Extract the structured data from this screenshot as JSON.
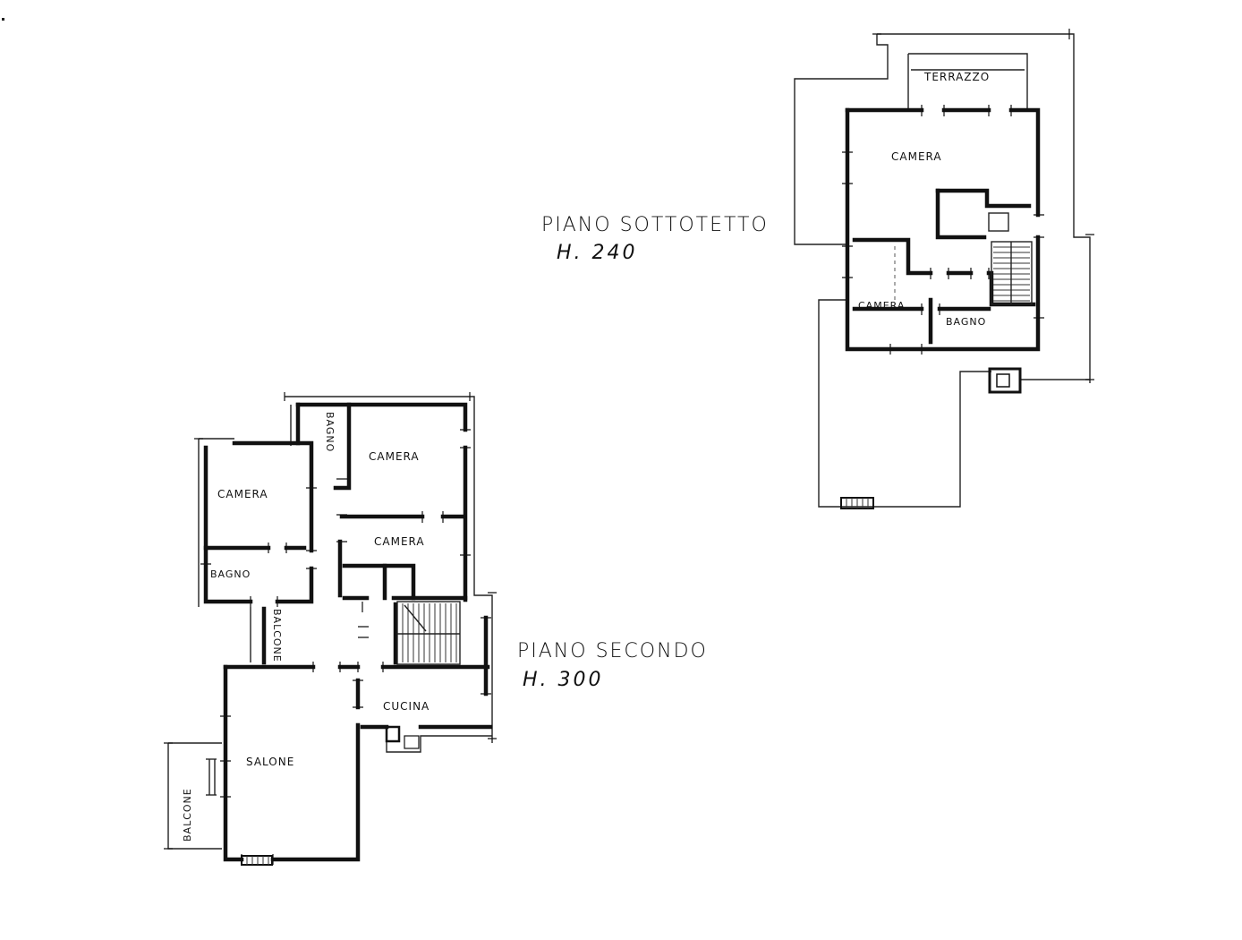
{
  "upper_floor": {
    "name": "PIANO SOTTOTETTO",
    "height": "H. 240",
    "rooms": {
      "terrace": "TERRAZZO",
      "bedroom_main": "CAMERA",
      "bedroom_small": "CAMERA",
      "bathroom": "BAGNO"
    }
  },
  "lower_floor": {
    "name": "PIANO SECONDO",
    "height": "H. 300",
    "rooms": {
      "bedroom_left": "CAMERA",
      "bedroom_top": "CAMERA",
      "bedroom_middle": "CAMERA",
      "bathroom_left": "BAGNO",
      "bathroom_top": "BAGNO",
      "balcony_middle": "BALCONE",
      "balcony_left": "BALCONE",
      "kitchen": "CUCINA",
      "living_room": "SALONE"
    }
  }
}
